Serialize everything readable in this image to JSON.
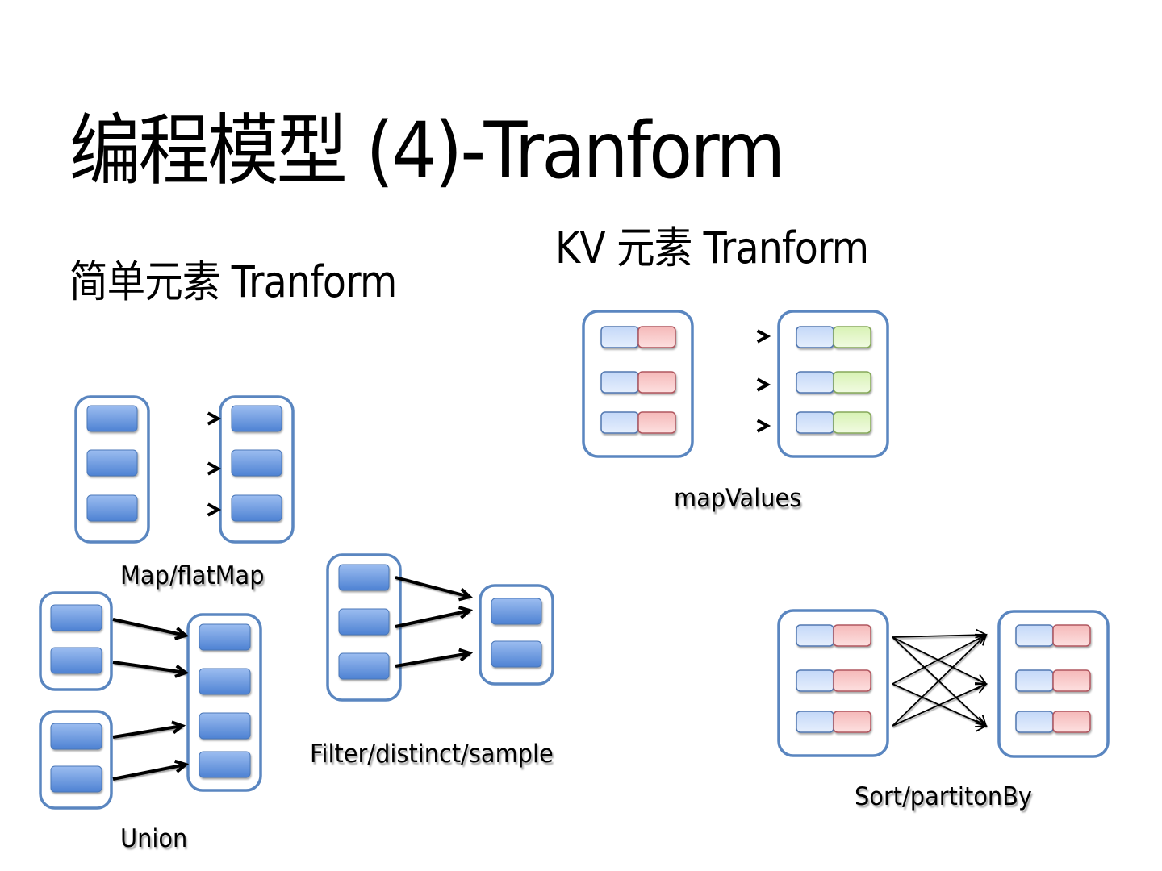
{
  "slide": {
    "title": "编程模型 (4)-Tranform",
    "subtitle_simple": "简单元素 Tranform",
    "subtitle_kv": "KV 元素 Tranform"
  },
  "diagrams": {
    "map": {
      "label": "Map/flatMap"
    },
    "union": {
      "label": "Union"
    },
    "filter": {
      "label": "Filter/distinct/sample"
    },
    "map_values": {
      "label": "mapValues"
    },
    "sort": {
      "label": "Sort/partitonBy"
    }
  },
  "colors": {
    "container_border": "#5a86c0",
    "element_blue": "#5b8fd8",
    "key_blue": "#cfe0fb",
    "value_red": "#f9c7c7",
    "value_green": "#e3f7c9",
    "arrow": "#000000"
  }
}
